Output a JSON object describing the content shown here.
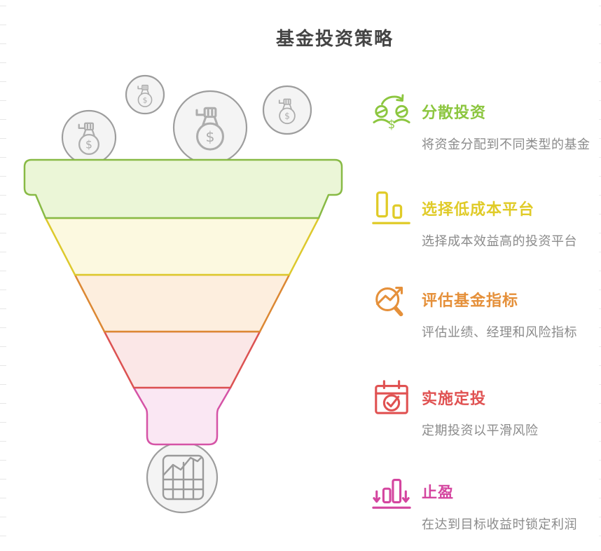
{
  "page": {
    "title": "基金投资策略",
    "background": "#ffffff",
    "title_color": "#444444"
  },
  "funnel": {
    "stages": [
      {
        "name": "stage-1",
        "fill": "#ebf6d7",
        "stroke": "#88ba45"
      },
      {
        "name": "stage-2",
        "fill": "#fcf9e0",
        "stroke": "#ddc92d"
      },
      {
        "name": "stage-3",
        "fill": "#fdeede",
        "stroke": "#dc8833"
      },
      {
        "name": "stage-4",
        "fill": "#fbe7e7",
        "stroke": "#dc5252"
      },
      {
        "name": "stage-5",
        "fill": "#fae7f3",
        "stroke": "#d553a6"
      }
    ],
    "decorations": {
      "circle_fill": "#f4f4f4",
      "circle_stroke": "#9d9d9d",
      "glyph_stroke": "#adadad",
      "dollar_sign": "$",
      "money_bag_count": 4,
      "bottom_icon": "area-chart-grid"
    }
  },
  "items": [
    {
      "title": "分散投资",
      "desc": "将资金分配到不同类型的基金",
      "color": "#8cc63f",
      "icon": "people-transfer-icon"
    },
    {
      "title": "选择低成本平台",
      "desc": "选择成本效益高的投资平台",
      "color": "#e0cb28",
      "icon": "bar-chart-icon"
    },
    {
      "title": "评估基金指标",
      "desc": "评估业绩、经理和风险指标",
      "color": "#e5903a",
      "icon": "magnifier-trend-icon"
    },
    {
      "title": "实施定投",
      "desc": "定期投资以平滑风险",
      "color": "#e05252",
      "icon": "calendar-check-icon"
    },
    {
      "title": "止盈",
      "desc": "在达到目标收益时锁定利润",
      "color": "#d4459f",
      "icon": "profit-bars-icon"
    }
  ]
}
